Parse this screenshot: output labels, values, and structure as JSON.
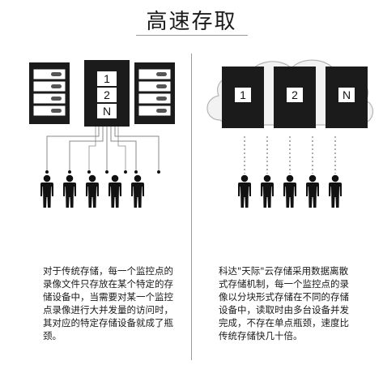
{
  "title": "高速存取",
  "left_panel": {
    "server_labels": [
      "1",
      "2",
      "N"
    ],
    "caption": "对于传统存储，每一个监控点的录像文件只存放在某个特定的存储设备中，当需要对某一个监控点录像进行大并发量的访问时，其对应的特定存储设备就成了瓶颈。"
  },
  "right_panel": {
    "server_labels": [
      "1",
      "2",
      "N"
    ],
    "caption": "科达\"天际\"云存储采用数据离散式存储机制，每一个监控点的录像以分块形式存储在不同的存储设备中，读取时由多台设备并发完成，不存在单点瓶颈，速度比传统存储快几十倍。"
  },
  "colors": {
    "server": "#1b1b1b",
    "stroke": "#8a8a8a",
    "cloud": "#f2f2f2",
    "person": "#111111"
  }
}
